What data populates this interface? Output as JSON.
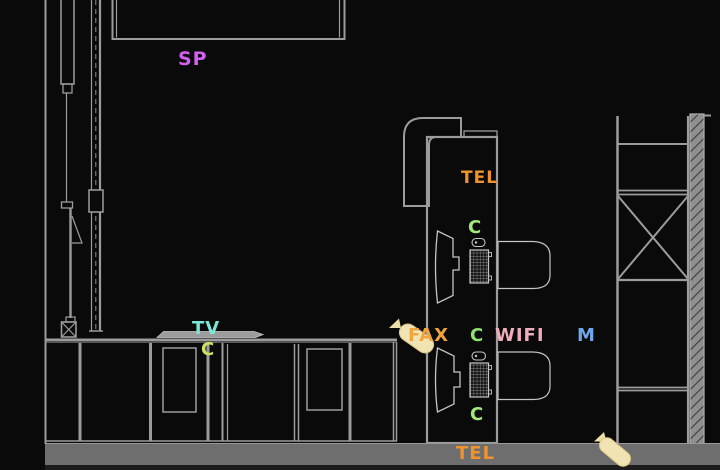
{
  "drawing": {
    "title": "CAD interior elevation drawing with utility point labels",
    "colors": {
      "background": "#0a0a0a",
      "line": "#9c9c9c",
      "bright_line": "#c4c4c4",
      "floor": "#6e6e6e",
      "hatch_wall": "#8f8f8f",
      "lamp_fill": "#f2e3b2",
      "lamp_edge": "#d8c488"
    },
    "labels": {
      "sp": {
        "text": "SP",
        "color": "#d060ee"
      },
      "tel_top": {
        "text": "TEL",
        "color": "#f0922d"
      },
      "c_top": {
        "text": "C",
        "color": "#a2e87a"
      },
      "tv": {
        "text": "TV",
        "color": "#7ce6d8"
      },
      "c_tv": {
        "text": "C",
        "color": "#cfe065"
      },
      "fax": {
        "text": "FAX",
        "color": "#f2a43c"
      },
      "c_mid": {
        "text": "C",
        "color": "#8ee26e"
      },
      "wifi": {
        "text": "WIFI",
        "color": "#f0acba"
      },
      "m": {
        "text": "M",
        "color": "#6fa6ec"
      },
      "c_bottom": {
        "text": "C",
        "color": "#a2e87a"
      },
      "tel_bottom": {
        "text": "TEL",
        "color": "#f0922d"
      }
    },
    "symbols": {
      "workstations": 2,
      "lamp_markers": 2
    }
  }
}
